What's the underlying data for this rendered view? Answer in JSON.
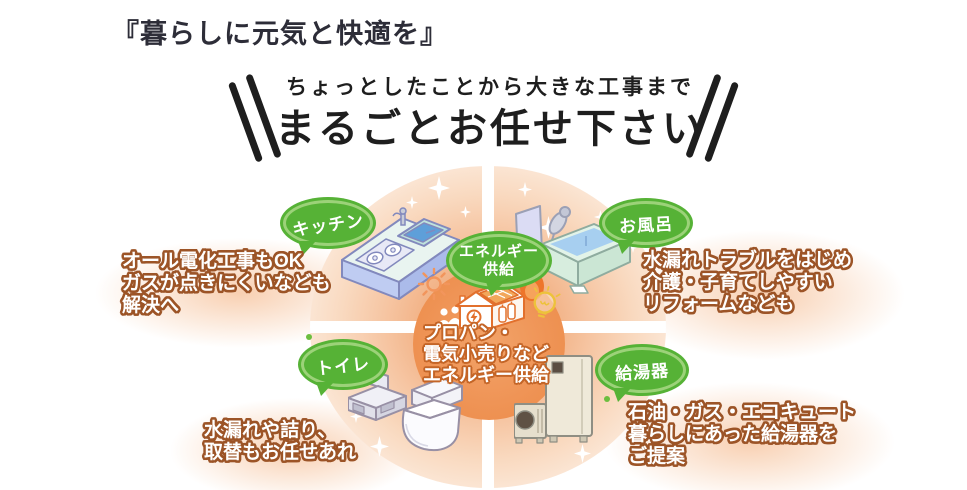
{
  "page_title": "『暮らしに元気と快適を』",
  "banner": {
    "subtitle": "ちょっとしたことから大きな工事まで",
    "heading": "まるごとお任せ下さい"
  },
  "bubbles": {
    "kitchen": "キッチン",
    "bath": "お風呂",
    "toilet": "トイレ",
    "water_heater": "給湯器",
    "energy": {
      "line1": "エネルギー",
      "line2": "供給"
    }
  },
  "notes": {
    "kitchen": {
      "line1": "オール電化工事もOK",
      "line2": "ガスが点きにくいなども",
      "line3": "解決へ"
    },
    "bath": {
      "line1": "水漏れトラブルをはじめ",
      "line2": "介護・子育てしやすい",
      "line3": "リフォームなども"
    },
    "toilet": {
      "line1": "水漏れや詰り、",
      "line2": "取替もお任せあれ"
    },
    "water_heater": {
      "line1": "石油・ガス・エコキュート",
      "line2": "暮らしにあった給湯器を",
      "line3": "ご提案"
    }
  },
  "center_caption": {
    "line1": "プロパン・",
    "line2": "電気小売りなど",
    "line3": "エネルギー供給"
  },
  "icons": [
    "sun-icon",
    "house-icon",
    "solar-panel-icon",
    "electric-meter-icon",
    "gas-cylinder-icon",
    "people-icon",
    "flame-icon",
    "light-bulb-icon",
    "sparkle-icon",
    "kitchen-illustration",
    "bath-illustration",
    "toilet-illustration",
    "water-heater-illustration"
  ],
  "colors": {
    "title_text": "#2d2d38",
    "heading_text": "#1e1e1e",
    "bubble_green": "#56b236",
    "bubble_ring": "#9cd279",
    "quadrant_peach": "#f6c5a2",
    "center_orange": "#ef9456",
    "note_outline_brown": "#9c5427",
    "caption_outline_orange": "#c46527"
  }
}
